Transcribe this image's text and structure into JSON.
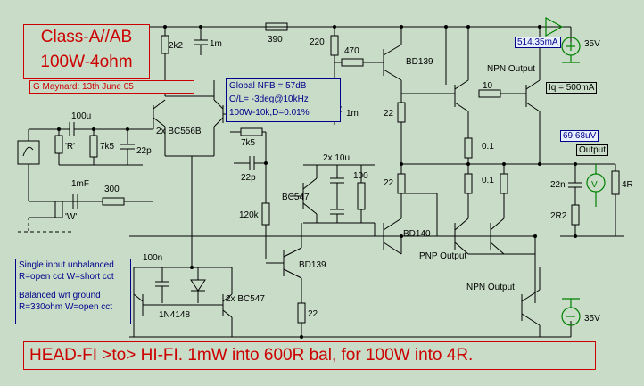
{
  "title": {
    "line1": "Class-A//AB",
    "line2": "100W-4ohm"
  },
  "author": "G Maynard: 13th June 05",
  "nfb": {
    "line1": "Global NFB = 57dB",
    "line2": "O/L= -3deg@10kHz",
    "line3": "100W-10k,D=0.01%"
  },
  "input_note": {
    "line1": "Single input unbalanced",
    "line2": "R=open cct W=short cct",
    "line3": "Balanced  wrt  ground",
    "line4": "R=330ohm  W=open cct"
  },
  "banner": "HEAD-FI >to> HI-FI.  1mW into 600R bal, for 100W into 4R.",
  "meters": {
    "current": "514.35mA",
    "iq": "Iq = 500mA",
    "voltage": "69.68uV",
    "output": "Output"
  },
  "supplies": {
    "pos": "35V",
    "neg": "35V"
  },
  "labels": {
    "c100u": "100u",
    "r_R": "'R'",
    "r7k5a": "7k5",
    "c22p_a": "22p",
    "bc556b": "2x BC556B",
    "r2k2": "2k2",
    "c1m_a": "1m",
    "r390": "390",
    "r220": "220",
    "r470": "470",
    "bd139_top": "BD139",
    "npn_out_top": "NPN Output",
    "r10": "10",
    "r22_a": "22",
    "c1m_b": "1m",
    "r7k5b": "7k5",
    "c22p_b": "22p",
    "c2x10u": "2x 10u",
    "r100": "100",
    "bc547": "BC547",
    "r120k": "120k",
    "r22_b": "22",
    "r0_1a": "0.1",
    "r0_1b": "0.1",
    "c1mF": "1mF",
    "r300": "300",
    "w_W": "'W'",
    "bd140": "BD140",
    "pnp_out": "PNP Output",
    "c22n": "22n",
    "r2r2": "2R2",
    "r4r": "4R",
    "bd139_low": "BD139",
    "c100n": "100n",
    "d1n4148": "1N4148",
    "bc547x2": "2x BC547",
    "r22_c": "22",
    "npn_out_low": "NPN Output"
  }
}
